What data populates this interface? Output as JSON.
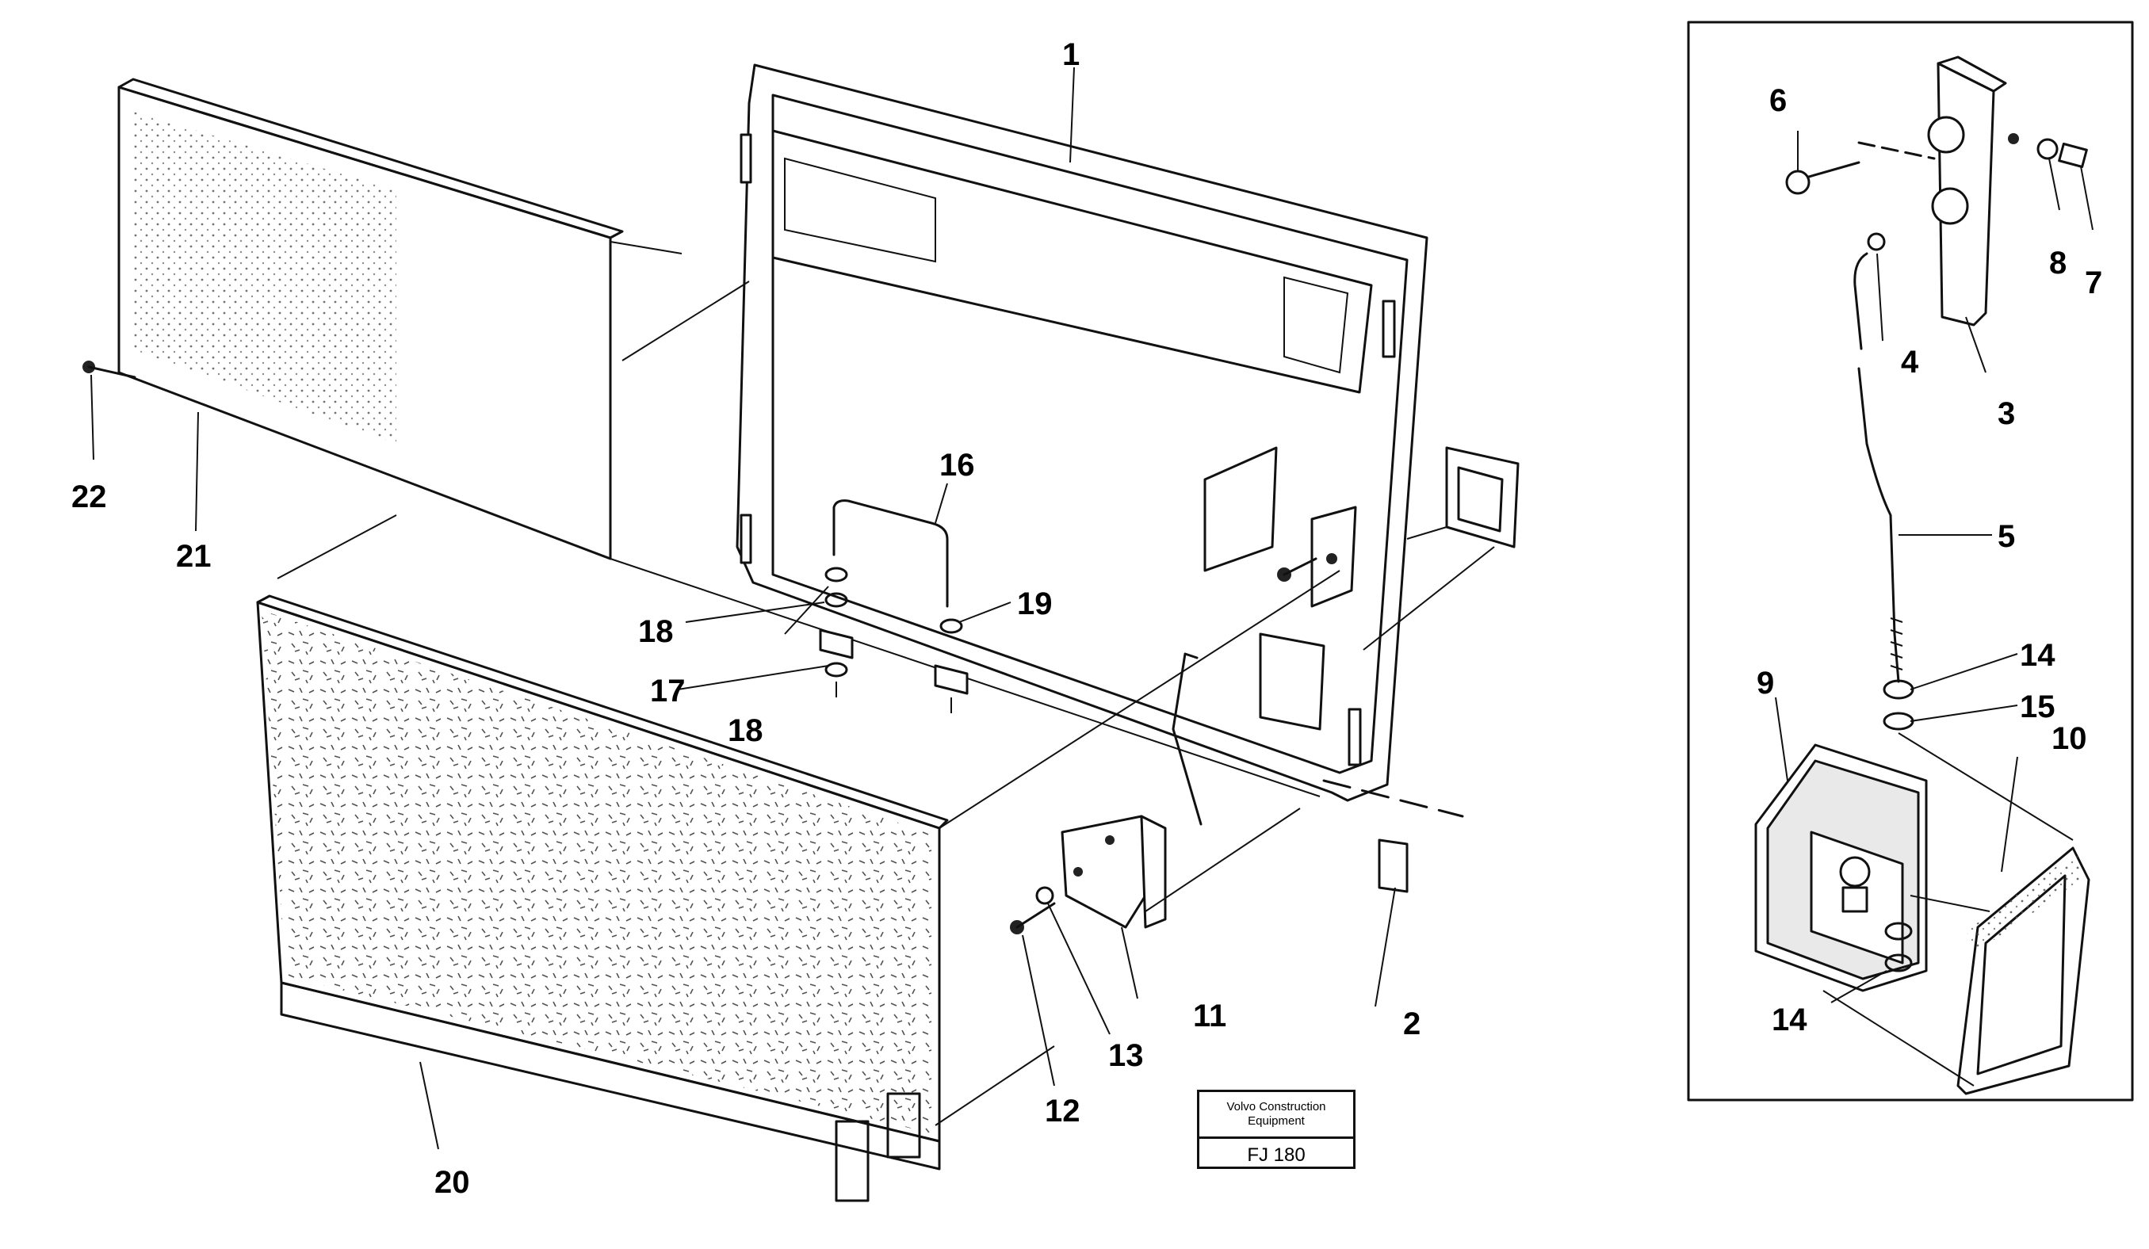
{
  "caption": {
    "company": "Volvo Construction Equipment",
    "code": "FJ 180"
  },
  "callouts": {
    "c1": "1",
    "c2": "2",
    "c3": "3",
    "c4": "4",
    "c5": "5",
    "c6": "6",
    "c7": "7",
    "c8": "8",
    "c9": "9",
    "c10": "10",
    "c11": "11",
    "c12": "12",
    "c13": "13",
    "c14a": "14",
    "c14b": "14",
    "c15": "15",
    "c16": "16",
    "c17": "17",
    "c18a": "18",
    "c18b": "18",
    "c19": "19",
    "c20": "20",
    "c21": "21",
    "c22": "22"
  }
}
